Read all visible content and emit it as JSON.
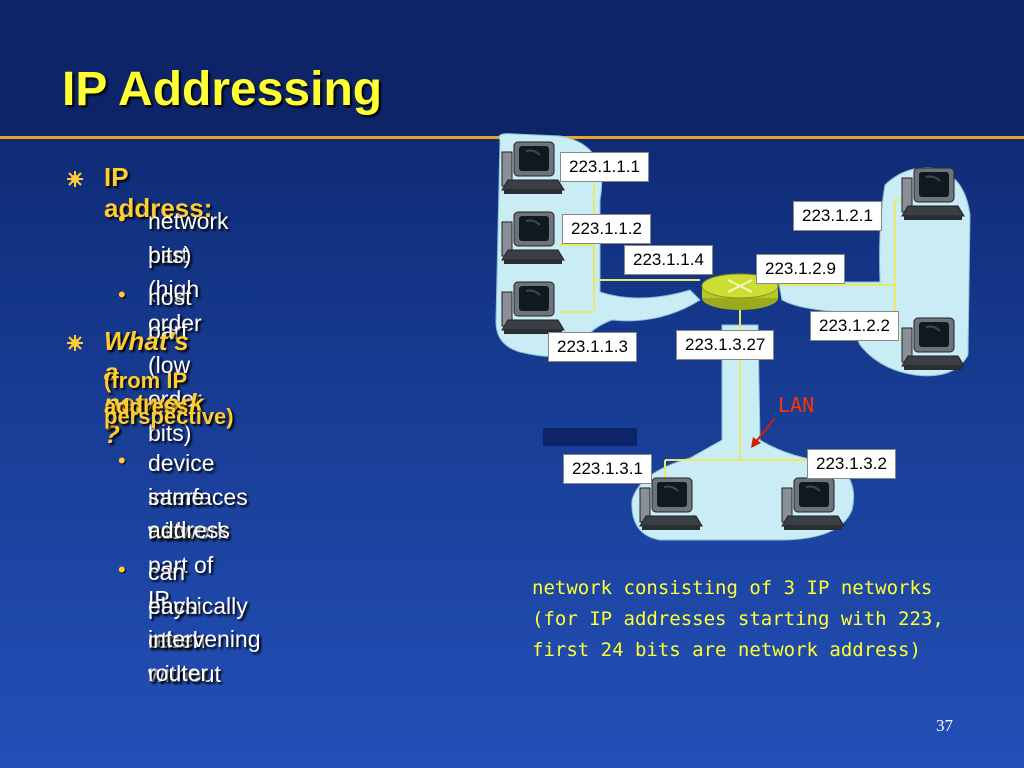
{
  "title": "IP Addressing",
  "bullets": {
    "ip_address_heading": "IP address:",
    "network_part_line1": "network part (high order",
    "network_part_line2": "bits)",
    "host_part": "host part (low order bits)",
    "whats_network": "What’s a network ?",
    "from_ip_line1_paren": "(",
    "from_ip_line1": "from IP address",
    "from_ip_line2": "perspective)",
    "device_line1": "device interfaces with",
    "device_line2": "same network part of IP",
    "device_line3": "address",
    "physical_line1": "can physically reach",
    "physical_line2": "each other without",
    "physical_line3": "intervening router",
    "bullet_dot": "•"
  },
  "diagram": {
    "ip_1_1_1": "223.1.1.1",
    "ip_1_1_2": "223.1.1.2",
    "ip_1_1_4": "223.1.1.4",
    "ip_1_1_3": "223.1.1.3",
    "ip_1_2_1": "223.1.2.1",
    "ip_1_2_9": "223.1.2.9",
    "ip_1_2_2": "223.1.2.2",
    "ip_1_3_27": "223.1.3.27",
    "ip_1_3_1": "223.1.3.1",
    "ip_1_3_2": "223.1.3.2",
    "lan_label": "LAN",
    "colors": {
      "network_fill": "#c9ecf5",
      "wire": "#e8e86a",
      "router": "#ccdd33",
      "lan_label": "#ff3300",
      "lan_arrow": "#cc2200"
    }
  },
  "caption": {
    "line1": "network consisting of 3 IP networks",
    "line2": "(for IP addresses starting with 223,",
    "line3": "first 24 bits are network address)"
  },
  "page_number": "37",
  "colors": {
    "title": "#ffff33",
    "accent_rule": "#e8a32a",
    "subheading": "#ffcc33",
    "body_text": "#ffffff"
  }
}
